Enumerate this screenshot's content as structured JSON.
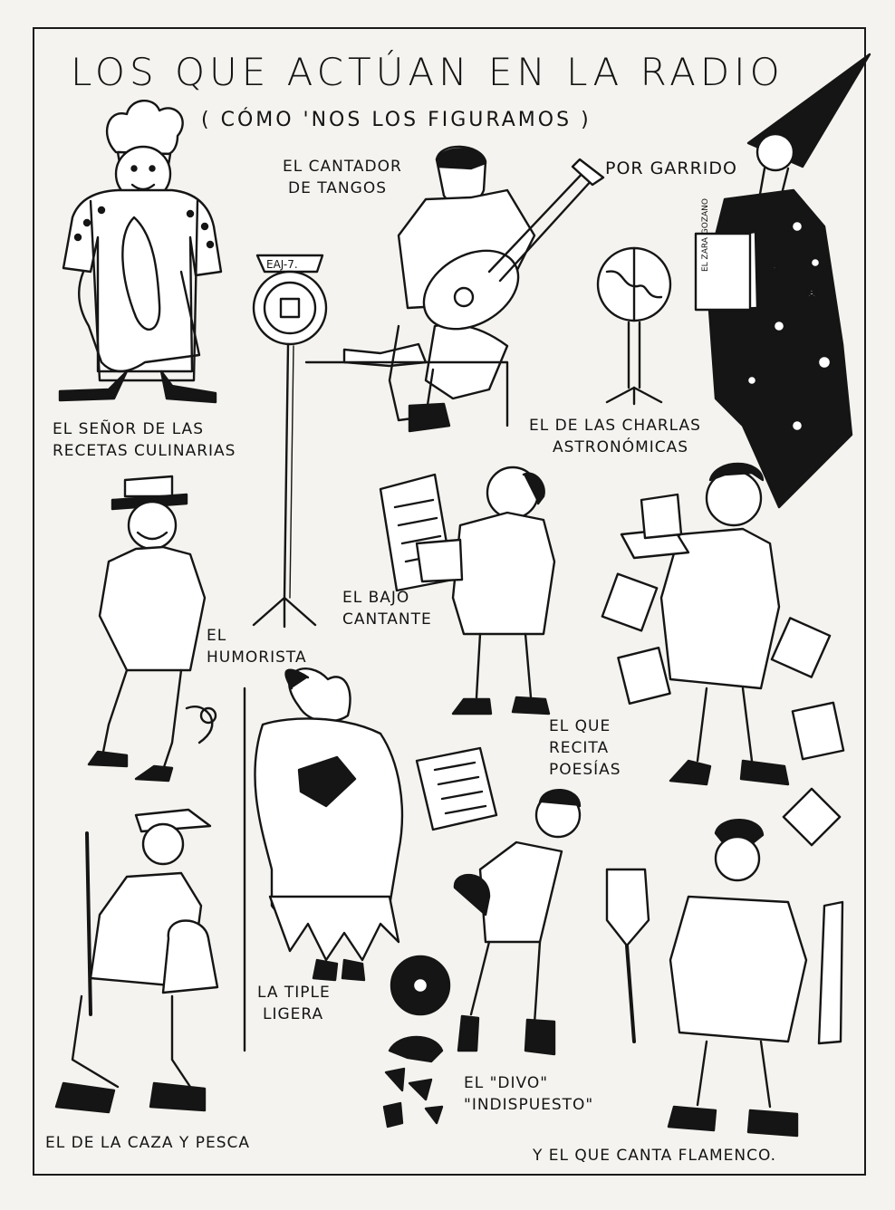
{
  "title": "LOS QUE ACTÚAN EN LA RADIO",
  "subtitle": "( CÓMO 'NOS LOS FIGURAMOS )",
  "byline": "POR GARRIDO",
  "props": {
    "microphone_tag": "EAJ-7.",
    "wizard_book": "EL ZARA GOZANO"
  },
  "captions": {
    "chef": [
      "EL SEÑOR DE LAS",
      "RECETAS CULINARIAS"
    ],
    "tango": [
      "EL CANTADOR",
      "DE TANGOS"
    ],
    "astro": [
      "EL DE LAS CHARLAS",
      "ASTRONÓMICAS"
    ],
    "humorist": [
      "EL",
      "HUMORISTA"
    ],
    "bass": [
      "EL BAJO",
      "CANTANTE"
    ],
    "poet": [
      "EL QUE",
      "RECITA",
      "POESÍAS"
    ],
    "soprano": [
      "LA TIPLE",
      "LIGERA"
    ],
    "divo": [
      "EL \"DIVO\"",
      "\"INDISPUESTO\""
    ],
    "hunter": "EL DE LA CAZA Y PESCA",
    "flamenco": "Y EL QUE CANTA FLAMENCO."
  },
  "icons": [
    "chef-figure-icon",
    "microphone-icon",
    "guitarist-figure-icon",
    "globe-icon",
    "wizard-figure-icon",
    "humorist-figure-icon",
    "bass-singer-figure-icon",
    "poet-figure-icon",
    "soprano-figure-icon",
    "hunter-figure-icon",
    "record-icon",
    "broken-record-icon",
    "divo-figure-icon",
    "flamenco-figure-icon"
  ]
}
